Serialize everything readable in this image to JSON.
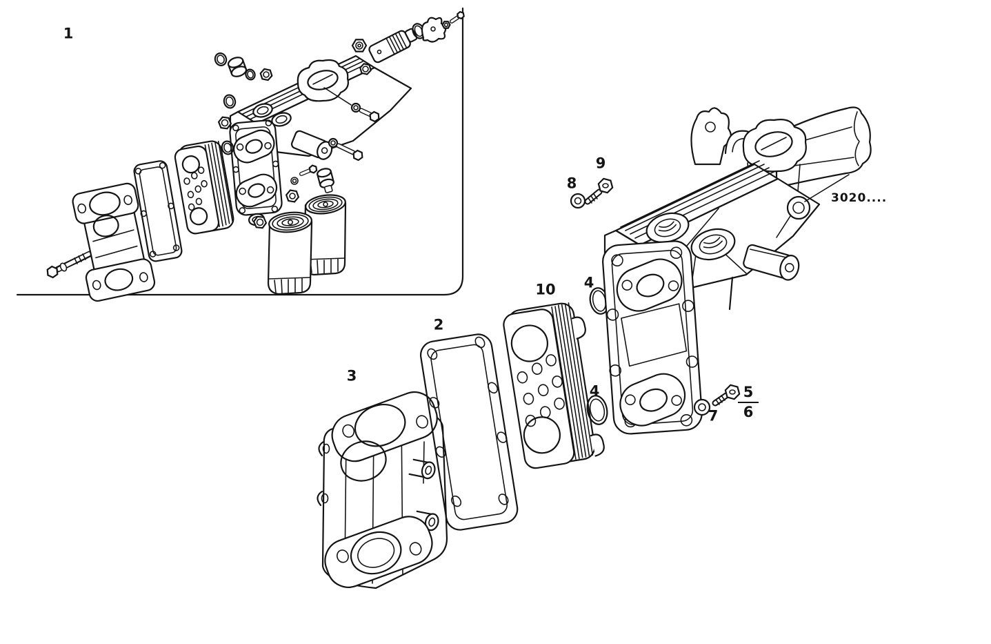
{
  "colors": {
    "line": "#141414",
    "background": "#ffffff"
  },
  "callouts": {
    "c1": "1",
    "c2": "2",
    "c3": "3",
    "c4_upper": "4",
    "c4_lower": "4",
    "c5": "5",
    "c6": "6",
    "c7": "7",
    "c8": "8",
    "c9": "9",
    "c10": "10"
  },
  "ref_code": "3020...."
}
